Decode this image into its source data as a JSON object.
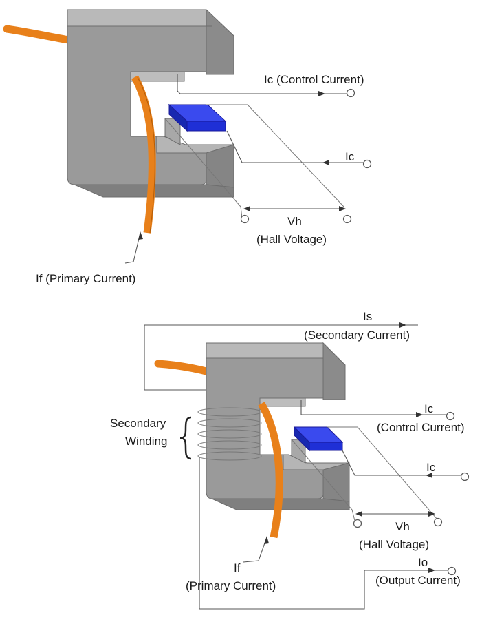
{
  "top_figure": {
    "labels": {
      "control_current": "Ic (Control Current)",
      "control_current_return": "Ic",
      "hall_voltage_symbol": "Vh",
      "hall_voltage_desc": "(Hall Voltage)",
      "primary_current": "If (Primary Current)"
    }
  },
  "bottom_figure": {
    "labels": {
      "secondary_current_symbol": "Is",
      "secondary_current_desc": "(Secondary Current)",
      "control_current_symbol": "Ic",
      "control_current_desc": "(Control Current)",
      "control_current_return": "Ic",
      "secondary_winding_line1": "Secondary",
      "secondary_winding_line2": "Winding",
      "hall_voltage_symbol": "Vh",
      "hall_voltage_desc": "(Hall Voltage)",
      "primary_current_symbol": "If",
      "primary_current_desc": "(Primary Current)",
      "output_current_symbol": "Io",
      "output_current_desc": "(Output Current)"
    }
  },
  "colors": {
    "core_face": "#9a9a9a",
    "core_top": "#b9b9b9",
    "core_side": "#7d7d7d",
    "conductor": "#e8801a",
    "hall_sensor": "#1f2fd6",
    "wire": "#555555"
  }
}
